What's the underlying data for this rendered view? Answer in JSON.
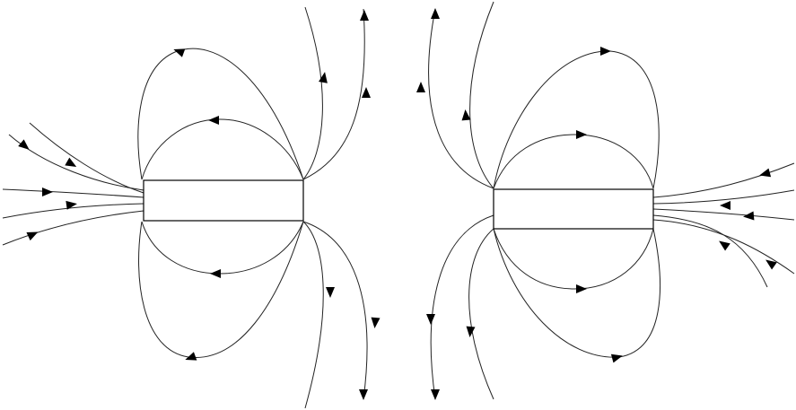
{
  "diagram": {
    "kind": "magnetic-field-lines",
    "magnets": [
      "left-bar-magnet",
      "right-bar-magnet"
    ],
    "colors": {
      "stroke": "#222222",
      "arrow": "#000000",
      "background": "#ffffff"
    },
    "arrow_icon": "triangle-arrowhead"
  }
}
